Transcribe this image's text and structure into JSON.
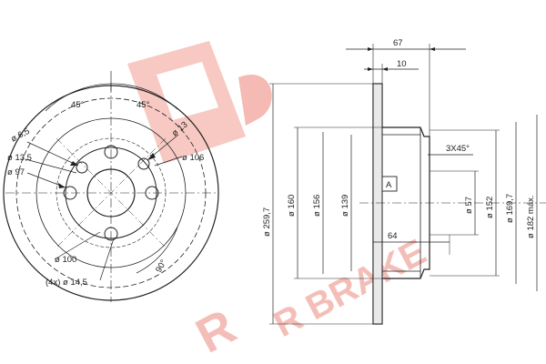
{
  "watermark": {
    "brand_text": "R BRAKE",
    "logo_letter": "R",
    "color": "#f3b7b0"
  },
  "front_view": {
    "angle_left": "45°",
    "angle_right": "45°",
    "hole_dia": "ø 6,5",
    "thread_dia": "ø 13",
    "pcd_outer": "ø 13,5",
    "pcd_106": "ø 106",
    "dia_97": "ø 97",
    "dia_100": "ø 100",
    "holes_spec": "(4x) ø 14,5",
    "angle_90": "90°"
  },
  "section_view": {
    "width_top": "67",
    "thickness": "10",
    "chamfer": "3X45°",
    "datum": "A",
    "dia_259_7": "ø 259,7",
    "dia_160": "ø 160",
    "dia_156": "ø 156",
    "dia_139": "ø 139",
    "dia_57": "ø 57",
    "dia_152": "ø 152",
    "dia_169_7": "ø 169,7",
    "dia_182_max": "ø 182 máx.",
    "depth_64": "64"
  }
}
